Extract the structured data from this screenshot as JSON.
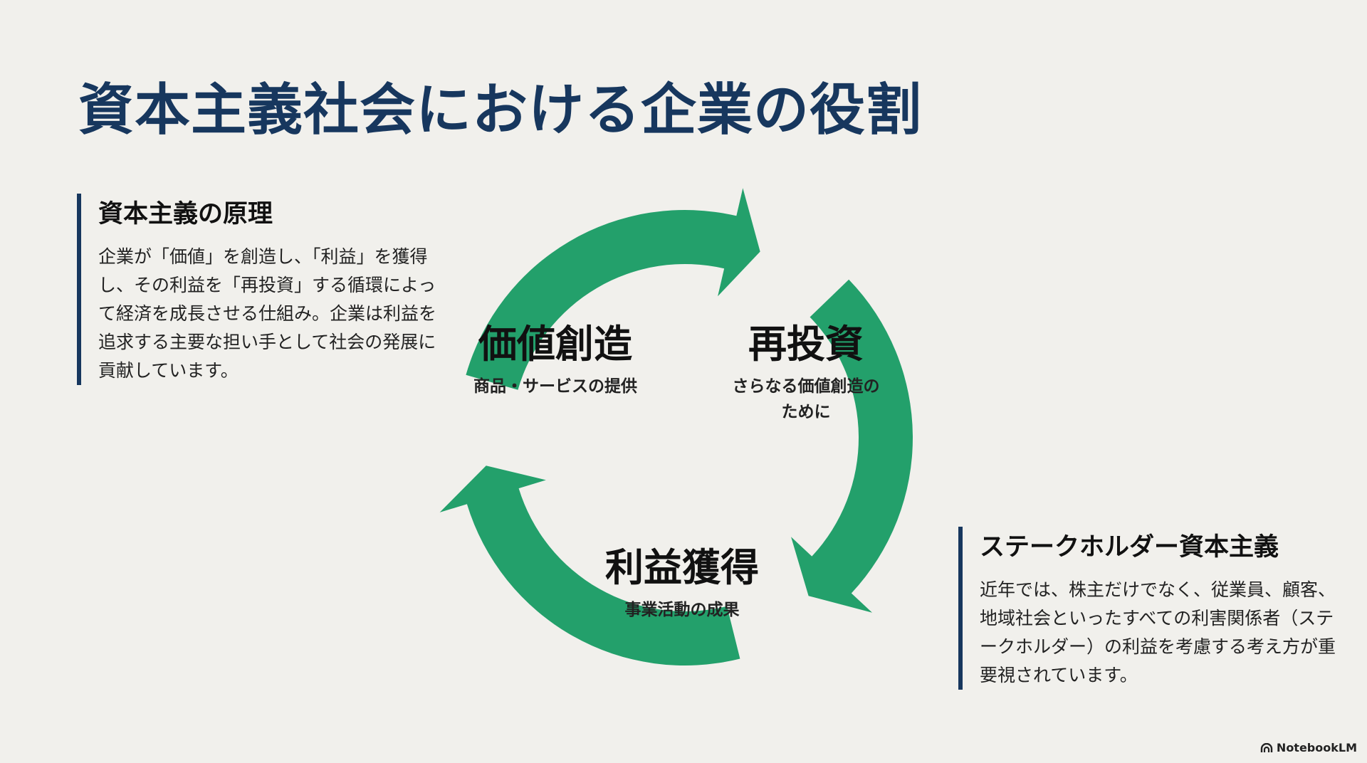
{
  "title": "資本主義社会における企業の役割",
  "left_block": {
    "heading": "資本主義の原理",
    "body": "企業が「価値」を創造し、「利益」を獲得し、その利益を「再投資」する循環によって経済を成長させる仕組み。企業は利益を追求する主要な担い手として社会の発展に貢献しています。"
  },
  "right_block": {
    "heading": "ステークホルダー資本主義",
    "body": "近年では、株主だけでなく、従業員、顧客、地域社会といったすべての利害関係者（ステークホルダー）の利益を考慮する考え方が重要視されています。"
  },
  "cycle": {
    "color": "#23a06b",
    "stages": [
      {
        "title": "価値創造",
        "subtitle_lines": [
          "商品・サービスの提供"
        ]
      },
      {
        "title": "再投資",
        "subtitle_lines": [
          "さらなる価値創造の",
          "ために"
        ]
      },
      {
        "title": "利益獲得",
        "subtitle_lines": [
          "事業活動の成果"
        ]
      }
    ]
  },
  "brand": "NotebookLM"
}
